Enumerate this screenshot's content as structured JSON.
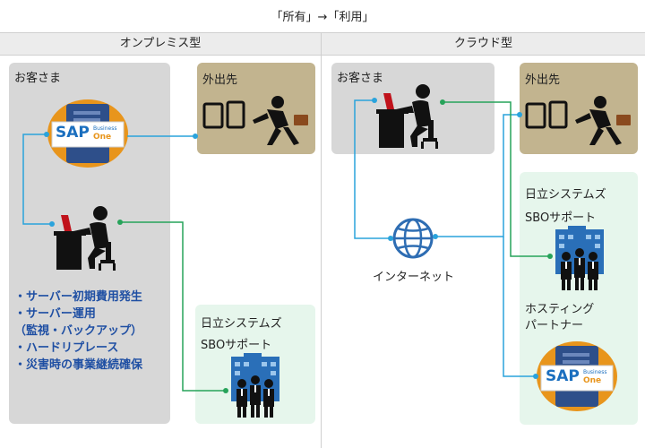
{
  "title": "「所有」→「利用」",
  "columns": {
    "left": "オンプレミス型",
    "right": "クラウド型"
  },
  "left": {
    "customer_label": "お客さま",
    "outside_label": "外出先",
    "hitachi_label": "日立システムズ",
    "sbo_label": "SBOサポート",
    "bullets": [
      "・サーバー初期費用発生",
      "・サーバー運用",
      "（監視・バックアップ）",
      "・ハードリプレース",
      "・災害時の事業継続確保"
    ],
    "sap": {
      "brand": "SAP",
      "line1": "Business",
      "line2": "One"
    }
  },
  "right": {
    "customer_label": "お客さま",
    "outside_label": "外出先",
    "hitachi_label": "日立システムズ",
    "sbo_label": "SBOサポート",
    "internet_label": "インターネット",
    "hosting_line1": "ホスティング",
    "hosting_line2": "パートナー",
    "sap": {
      "brand": "SAP",
      "line1": "Business",
      "line2": "One"
    }
  },
  "colors": {
    "blue_line": "#2aa3dc",
    "green_line": "#27a35a",
    "gray_panel": "#d7d7d7",
    "gold_panel": "#c2b48f",
    "mint_panel": "#e6f6ec",
    "bullet_text": "#1f4fa3"
  }
}
